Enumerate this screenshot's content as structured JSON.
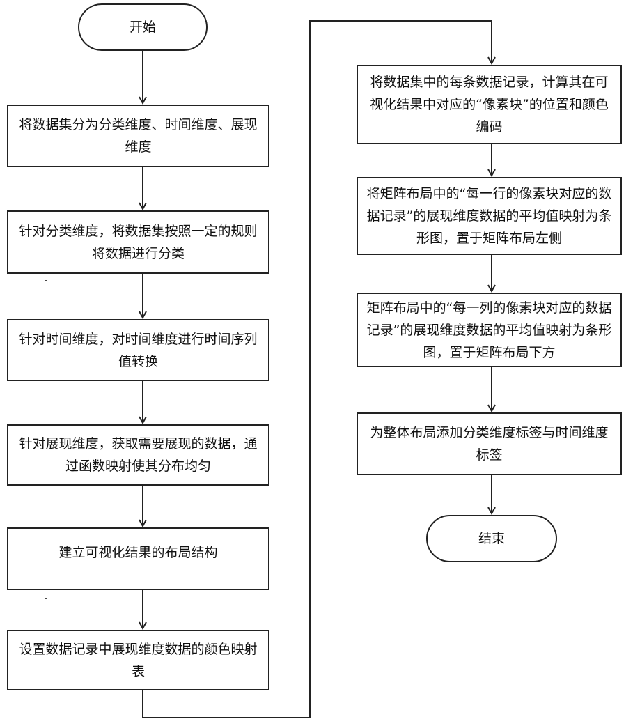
{
  "flowchart": {
    "start": "开始",
    "steps": [
      "将数据集分为分类维度、时间维度、展现维度",
      "针对分类维度，将数据集按照一定的规则将数据进行分类",
      "针对时间维度，对时间维度进行时间序列值转换",
      "针对展现维度，获取需要展现的数据，通过函数映射使其分布均匀",
      "建立可视化结果的布局结构",
      "设置数据记录中展现维度数据的颜色映射表",
      "将数据集中的每条数据记录，计算其在可视化结果中对应的“像素块”的位置和颜色编码",
      "将矩阵布局中的“每一行的像素块对应的数据记录”的展现维度数据的平均值映射为条形图，置于矩阵布局左侧",
      "矩阵布局中的“每一列的像素块对应的数据记录”的展现维度数据的平均值映射为条形图，置于矩阵布局下方",
      "为整体布局添加分类维度标签与时间维度标签"
    ],
    "end": "结束"
  }
}
